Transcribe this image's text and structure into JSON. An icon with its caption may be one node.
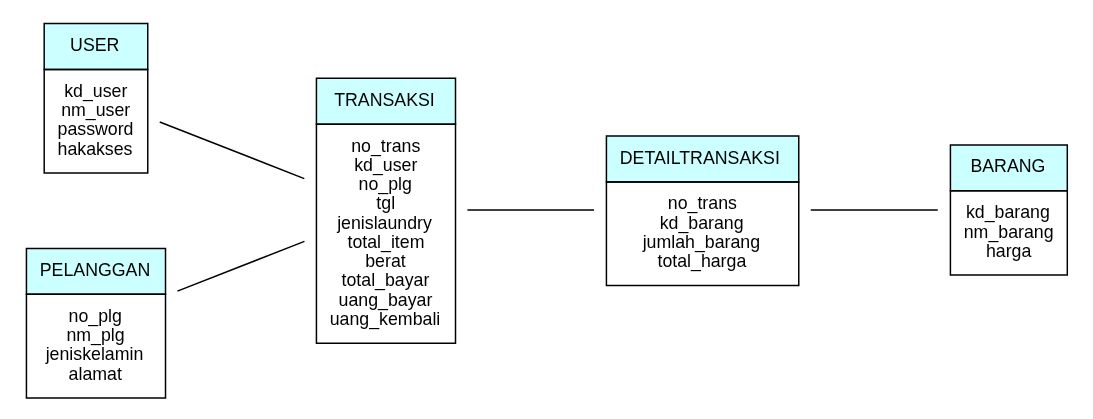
{
  "diagram": {
    "nodes": [
      {
        "text": [
          "USER",
          "kd_user",
          "nm_user",
          "password",
          "hakakses"
        ]
      },
      {
        "text": [
          "PELANGGAN",
          "no_plg",
          "nm_plg",
          "jeniskelamin",
          "alamat"
        ]
      },
      {
        "text": [
          "TRANSAKSI",
          "no_trans",
          "kd_user",
          "no_plg",
          "tgl",
          "jenislaundry",
          "total_item",
          "berat",
          "total_bayar",
          "uang_bayar",
          "uang_kembali"
        ]
      },
      {
        "text": [
          "DETAILTRANSAKSI",
          "no_trans",
          "kd_barang",
          "jumlah_barang",
          "total_harga"
        ]
      },
      {
        "text": [
          "BARANG",
          "kd_barang",
          "nm_barang",
          "harga"
        ]
      }
    ],
    "edges": [
      {
        "from": 0,
        "to": 2,
        "arrow": "none"
      },
      {
        "from": 1,
        "to": 2,
        "arrow": "none"
      },
      {
        "from": 2,
        "to": 3,
        "arrow": "none"
      },
      {
        "from": 3,
        "to": 4,
        "arrow": "none"
      }
    ]
  }
}
